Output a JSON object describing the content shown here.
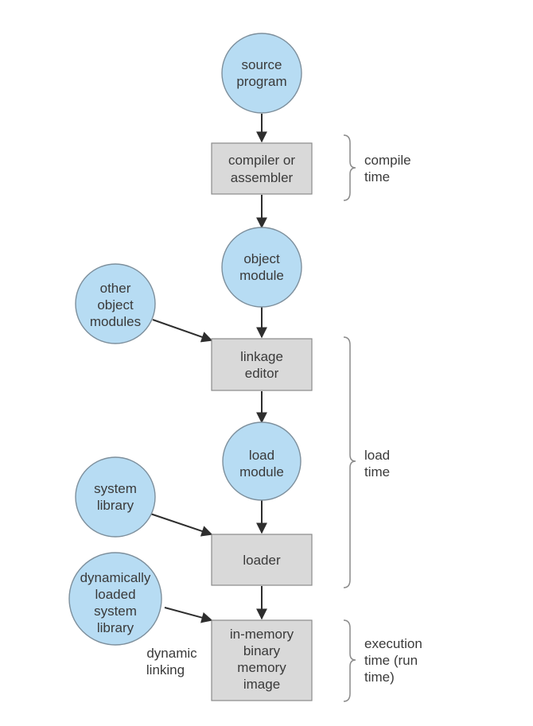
{
  "nodes": {
    "source_program": [
      "source",
      "program"
    ],
    "compiler": [
      "compiler or",
      "assembler"
    ],
    "object_module": [
      "object",
      "module"
    ],
    "other_object_modules": [
      "other",
      "object",
      "modules"
    ],
    "linkage_editor": [
      "linkage",
      "editor"
    ],
    "load_module": [
      "load",
      "module"
    ],
    "system_library": [
      "system",
      "library"
    ],
    "loader": [
      "loader"
    ],
    "dyn_loaded_library": [
      "dynamically",
      "loaded",
      "system",
      "library"
    ],
    "in_memory_image": [
      "in-memory",
      "binary",
      "memory",
      "image"
    ]
  },
  "labels": {
    "dynamic_linking": [
      "dynamic",
      "linking"
    ]
  },
  "phases": {
    "compile_time": [
      "compile",
      "time"
    ],
    "load_time": [
      "load",
      "time"
    ],
    "execution_time": [
      "execution",
      "time (run",
      "time)"
    ]
  },
  "colors": {
    "circle_fill": "#b7dcf3",
    "box_fill": "#d9d9d9",
    "arrow": "#2e2e2e"
  }
}
